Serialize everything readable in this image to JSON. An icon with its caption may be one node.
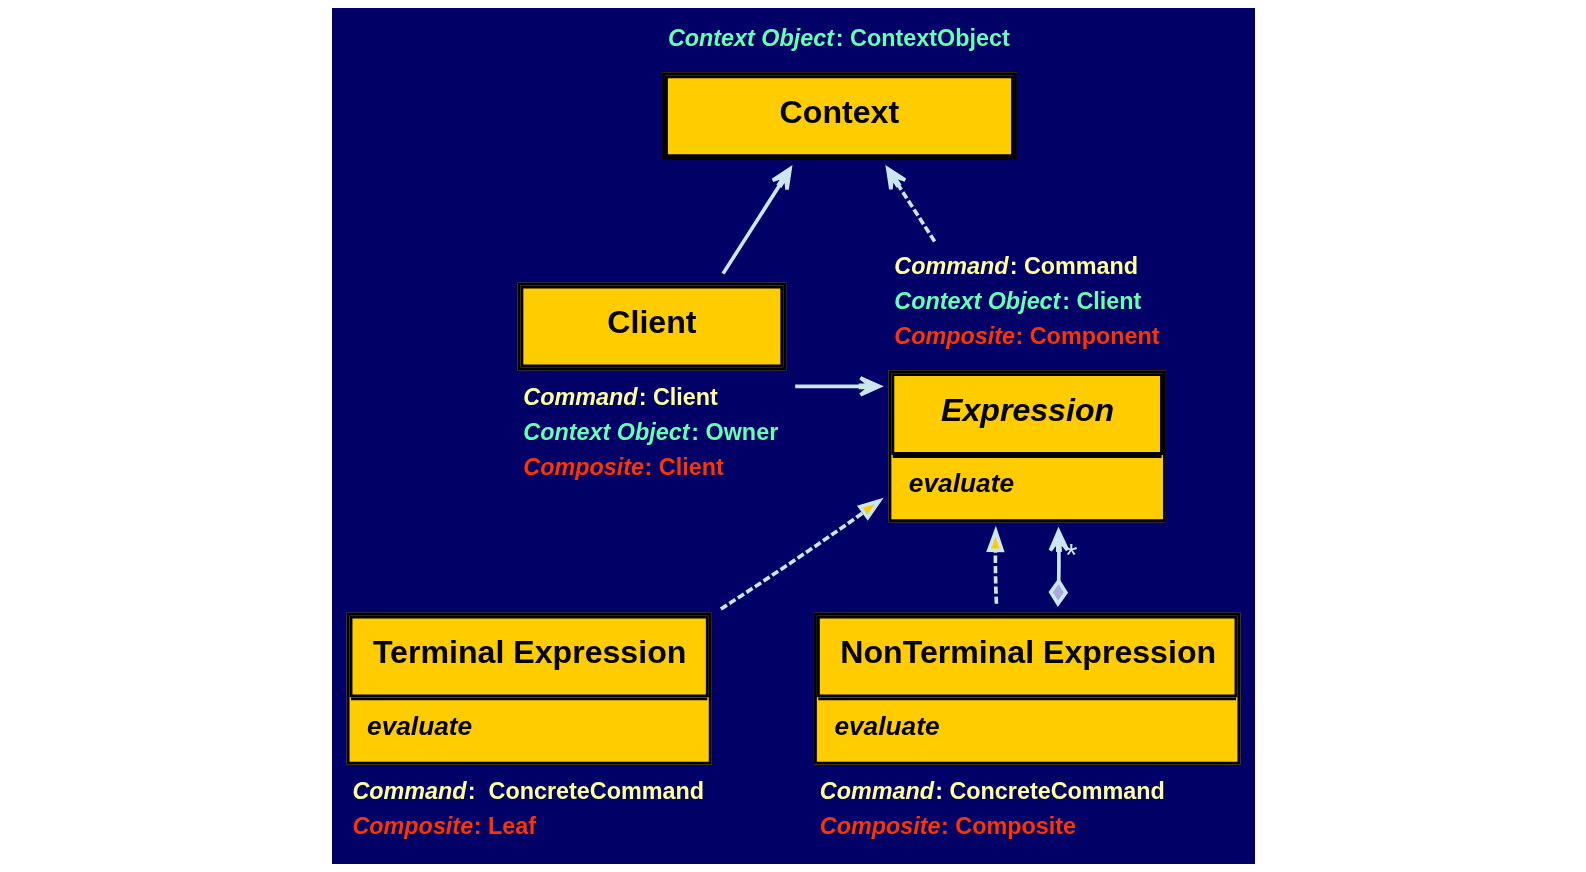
{
  "diagram": {
    "nodes": [
      {
        "text": [
          "Context"
        ],
        "beside": [
          "*Context Object*: ContextObject"
        ]
      },
      {
        "text": [
          "Client"
        ],
        "beside": [
          "*Command*: Client",
          "*Context Object*: Owner",
          "*Composite*: Client"
        ]
      },
      {
        "text": [
          "Expression",
          "evaluate"
        ],
        "beside": [
          "*Command*: Command",
          "*Context Object*: Client",
          "*Composite*: Component"
        ]
      },
      {
        "text": [
          "Terminal Expression",
          "evaluate"
        ],
        "beside": [
          "*Command*:  ConcreteCommand",
          "*Composite*: Leaf"
        ]
      },
      {
        "text": [
          "NonTerminal Expression",
          "evaluate"
        ],
        "beside": [
          "*Command*: ConcreteCommand",
          "*Composite*: Composite"
        ]
      }
    ],
    "edges": [
      {
        "from": 1,
        "to": 0,
        "arrow": "to"
      },
      {
        "from": 2,
        "to": 0,
        "arrow": "to",
        "style": "dashed"
      },
      {
        "from": 1,
        "to": 2,
        "arrow": "to"
      },
      {
        "from": 3,
        "to": 2,
        "arrow": "to",
        "style": "dashed"
      },
      {
        "from": 4,
        "to": 2,
        "arrow": "to",
        "style": "dashed"
      },
      {
        "from": 4,
        "to": 2,
        "arrow": "to",
        "label": "*"
      }
    ]
  }
}
